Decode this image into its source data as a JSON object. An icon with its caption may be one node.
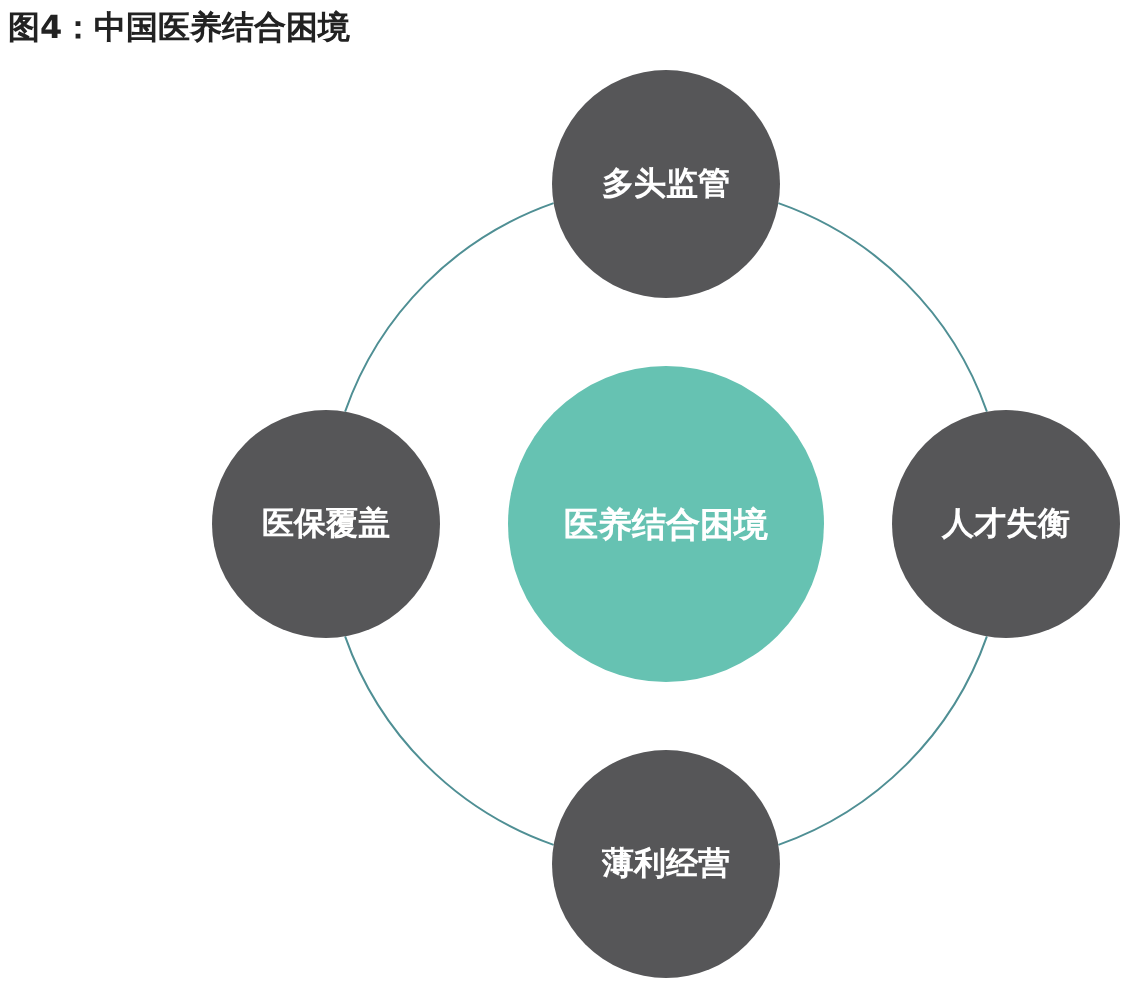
{
  "diagram": {
    "title": "图4：中国医养结合困境",
    "nodes": [
      {
        "text": [
          "多头监管"
        ]
      },
      {
        "text": [
          "医保覆盖"
        ]
      },
      {
        "text": [
          "医养结合困境"
        ]
      },
      {
        "text": [
          "人才失衡"
        ]
      },
      {
        "text": [
          "薄利经营"
        ]
      }
    ],
    "edges": [
      {
        "from": 0,
        "to": 3,
        "arrow": "none"
      },
      {
        "from": 3,
        "to": 4,
        "arrow": "none"
      },
      {
        "from": 4,
        "to": 1,
        "arrow": "none"
      },
      {
        "from": 1,
        "to": 0,
        "arrow": "none"
      }
    ]
  }
}
